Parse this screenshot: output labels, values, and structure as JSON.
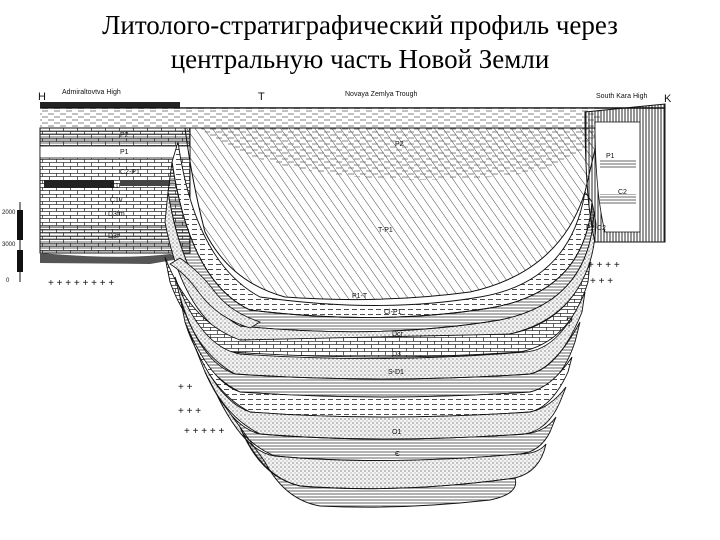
{
  "title": {
    "line1": "Литолого-стратиграфический профиль через",
    "line2": "центральную часть Новой Земли"
  },
  "section": {
    "left_end": "H",
    "right_end": "K",
    "trough_mark": "T",
    "left_high": "Admiraltovtva High",
    "trough": "Novaya Zemlya Trough",
    "right_high": "South Kara High",
    "depth_scale": [
      "2000",
      "3000",
      "0"
    ],
    "unknown_mark": "?"
  },
  "units": {
    "upper_left": [
      "P2",
      "P1",
      "C2-P1",
      "C1",
      "C1v",
      "D3fm",
      "D3f"
    ],
    "trough": [
      "P2",
      "T-P1",
      "P1-T",
      "Cl-P1",
      "Dcr",
      "D3",
      "S-D1",
      "O1",
      "Є"
    ],
    "right": [
      "P1",
      "C2",
      "P2-C2"
    ]
  },
  "colors": {
    "line": "#1a1a1a",
    "water": "#666666",
    "stipple": "#555555",
    "paper": "#ffffff"
  }
}
